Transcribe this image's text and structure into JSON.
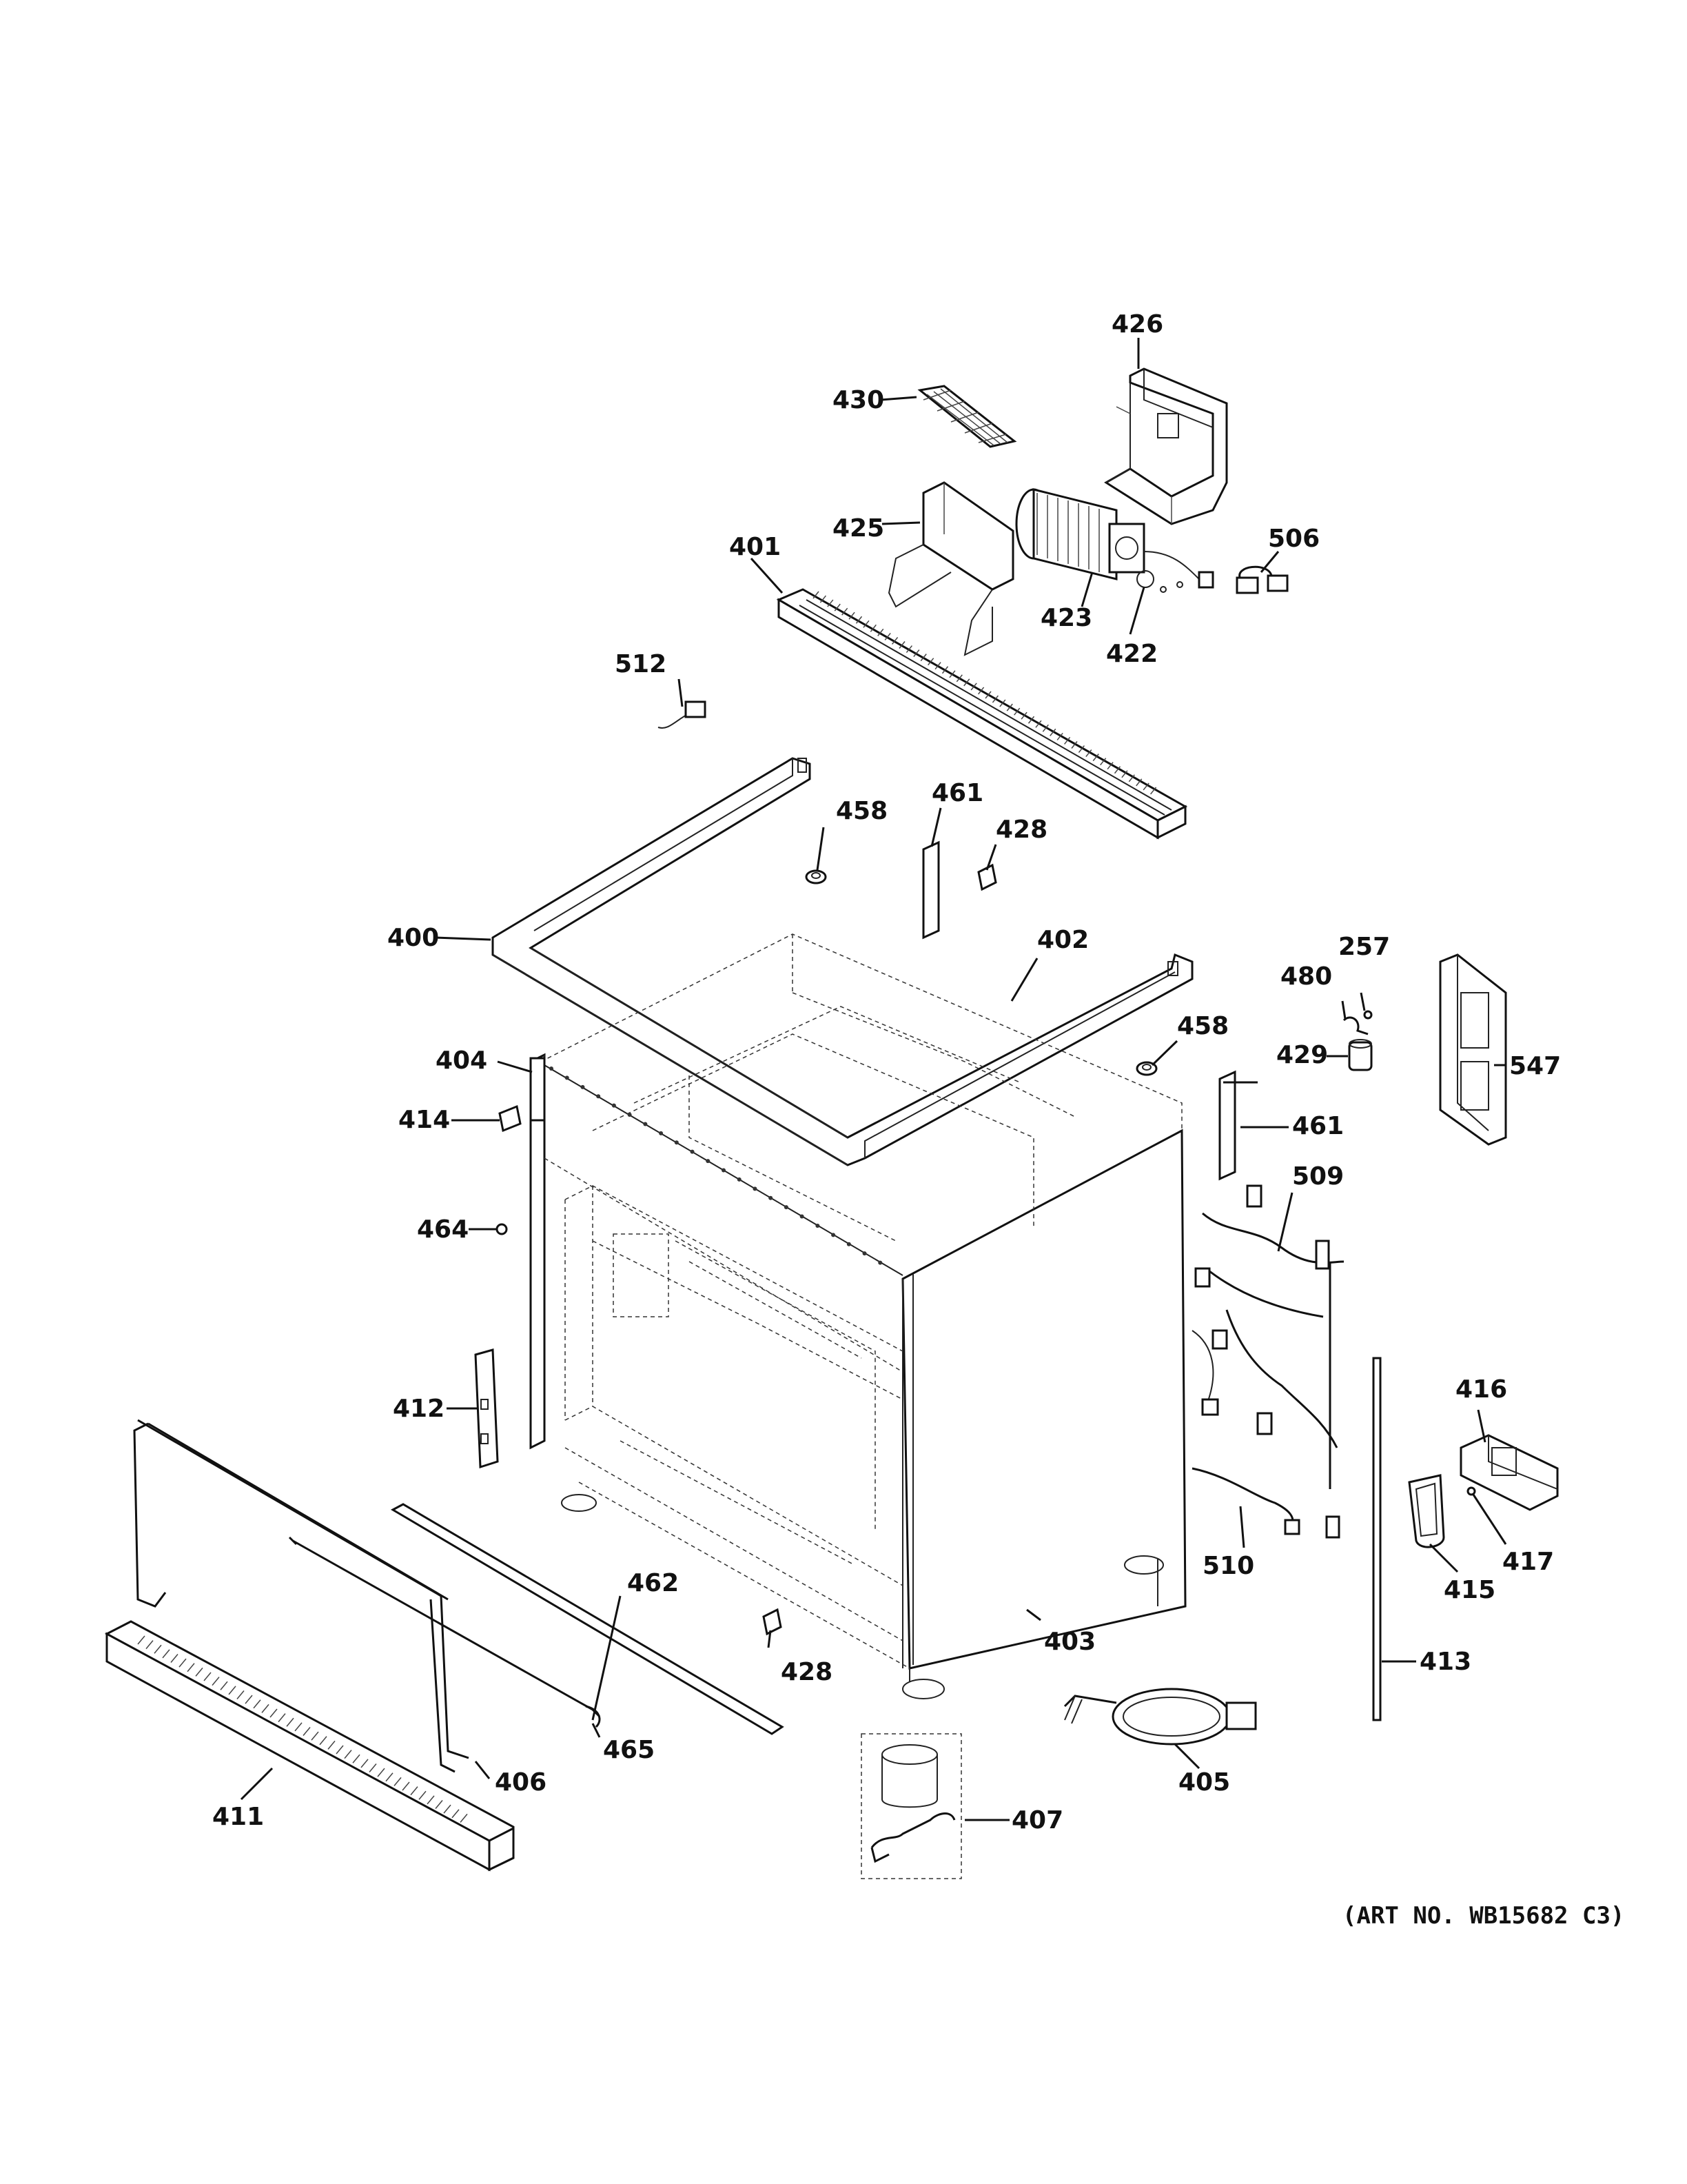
{
  "diagram": {
    "art_number": "(ART NO. WB15682 C3)",
    "parts": {
      "p257": "257",
      "p400": "400",
      "p401": "401",
      "p402": "402",
      "p403": "403",
      "p404": "404",
      "p405": "405",
      "p406": "406",
      "p407": "407",
      "p411": "411",
      "p412": "412",
      "p413": "413",
      "p414": "414",
      "p415": "415",
      "p416": "416",
      "p417": "417",
      "p422": "422",
      "p423": "423",
      "p425": "425",
      "p426": "426",
      "p428a": "428",
      "p428b": "428",
      "p429": "429",
      "p430": "430",
      "p458a": "458",
      "p458b": "458",
      "p461a": "461",
      "p461b": "461",
      "p462": "462",
      "p464": "464",
      "p465": "465",
      "p480": "480",
      "p506": "506",
      "p509": "509",
      "p510": "510",
      "p512": "512",
      "p547": "547"
    }
  }
}
